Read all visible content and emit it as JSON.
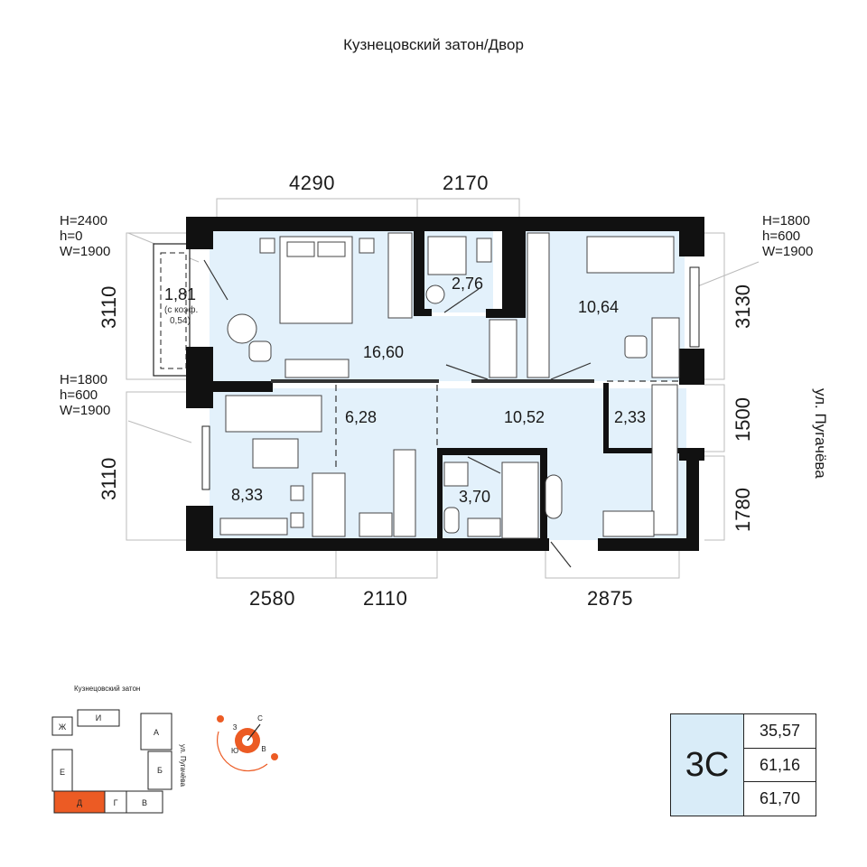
{
  "streets": {
    "top": "Кузнецовский затон/Двор",
    "right": "ул. Пугачёва"
  },
  "dimensions": {
    "top": [
      "4290",
      "2170"
    ],
    "bottom": [
      "2580",
      "2110",
      "2875"
    ],
    "left": [
      "3110",
      "3110"
    ],
    "right": [
      "3130",
      "1500",
      "1780"
    ]
  },
  "windows": {
    "balcony": "H=2400\nh=0\nW=1900",
    "left_kitchen": "H=1800\nh=600\nW=1900",
    "right_bedroom": "H=1800\nh=600\nW=1900"
  },
  "rooms": {
    "balcony_area": "1,81",
    "balcony_note_1": "(с коэф.",
    "balcony_note_2": "0,54)",
    "bedroom": "16,60",
    "bathroom": "2,76",
    "bedroom_right": "10,64",
    "living": "8,33",
    "kitchen": "6,28",
    "hall": "10,52",
    "storage": "2,33",
    "wc": "3,70"
  },
  "apartment": {
    "type": "3С",
    "values": [
      "35,57",
      "61,16",
      "61,70"
    ]
  },
  "site_plan": {
    "title": "Кузнецовский затон",
    "street": "ул. Пугачёва",
    "sections": [
      "Ж",
      "И",
      "А",
      "Е",
      "Б",
      "Д",
      "Г",
      "В"
    ],
    "highlight": "Д",
    "highlight_color": "#ec5b24"
  },
  "compass": {
    "n": "С",
    "s": "Ю",
    "w": "З",
    "e": "В",
    "color": "#ec5b24"
  },
  "colors": {
    "floor": "#e3f1fb",
    "wall": "#111111",
    "accent": "#ec5b24"
  }
}
